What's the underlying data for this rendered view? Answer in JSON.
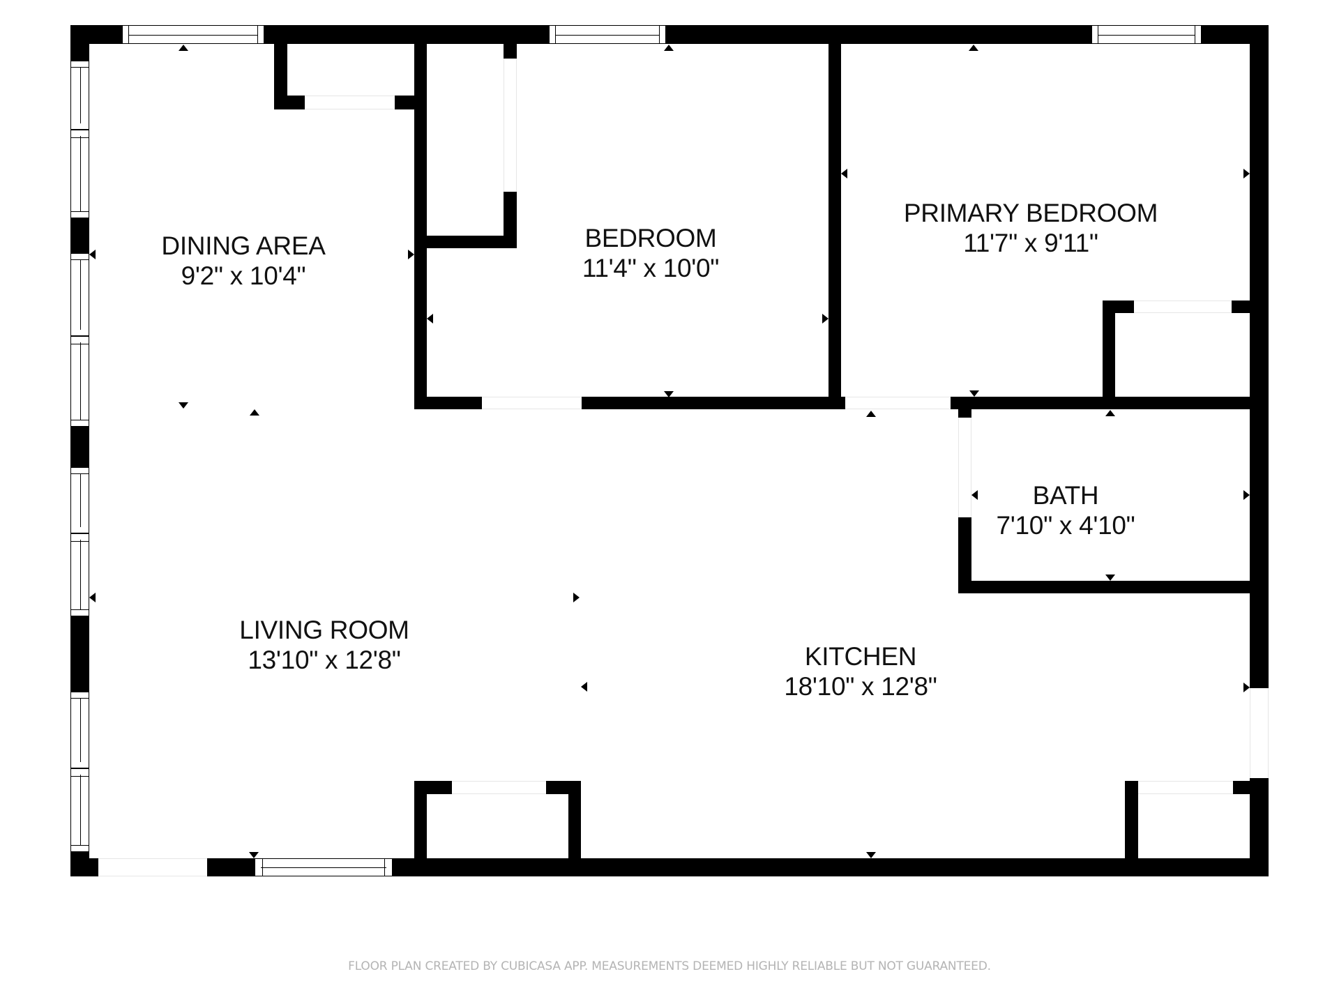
{
  "plan": {
    "type": "floor-plan",
    "wall_color": "#000000",
    "background_color": "#ffffff",
    "rooms": [
      {
        "id": "dining-area",
        "name": "DINING AREA",
        "dimensions": "9'2\" x 10'4\""
      },
      {
        "id": "bedroom",
        "name": "BEDROOM",
        "dimensions": "11'4\" x 10'0\""
      },
      {
        "id": "primary-bedroom",
        "name": "PRIMARY BEDROOM",
        "dimensions": "11'7\" x 9'11\""
      },
      {
        "id": "bath",
        "name": "BATH",
        "dimensions": "7'10\" x 4'10\""
      },
      {
        "id": "living-room",
        "name": "LIVING ROOM",
        "dimensions": "13'10\" x 12'8\""
      },
      {
        "id": "kitchen",
        "name": "KITCHEN",
        "dimensions": "18'10\" x 12'8\""
      }
    ],
    "icons": {
      "measurement_marker": "triangle-arrow-icon",
      "window": "window-icon",
      "door_opening": "door-opening"
    }
  },
  "footer": {
    "disclaimer": "FLOOR PLAN CREATED BY CUBICASA APP. MEASUREMENTS DEEMED HIGHLY RELIABLE BUT NOT GUARANTEED.",
    "color": "#b4b4b4"
  }
}
